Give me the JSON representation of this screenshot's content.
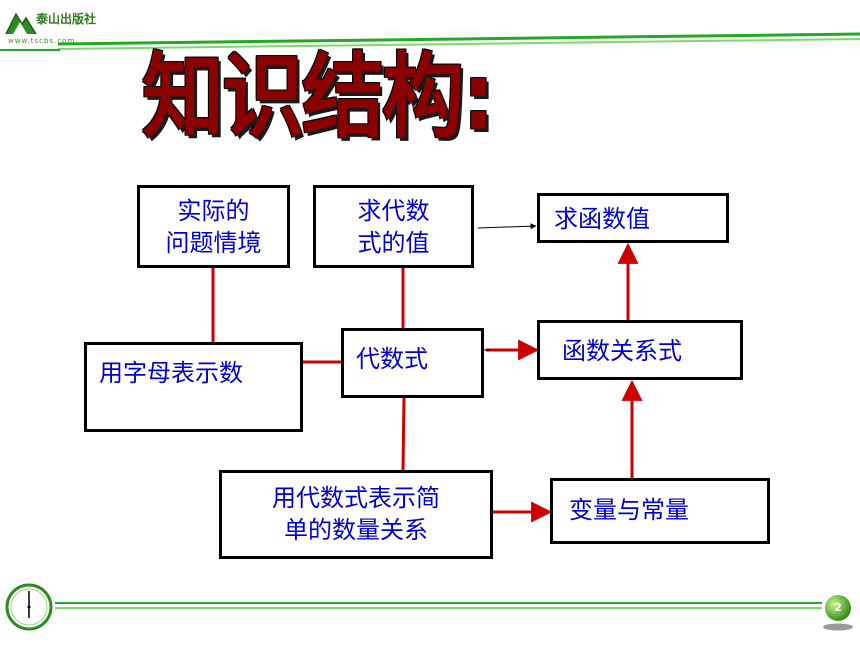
{
  "header": {
    "logo_text": "泰山出版社",
    "logo_url": "www.tscbs.com"
  },
  "title": "知识结构:",
  "nodes": {
    "situation": {
      "line1": "实际的",
      "line2": "问题情境"
    },
    "evaluate": {
      "line1": "求代数",
      "line2": "式的值"
    },
    "function_value": {
      "label": "求函数值"
    },
    "letters": {
      "label": "用字母表示数"
    },
    "algebraic": {
      "label": "代数式"
    },
    "function_relation": {
      "label": "函数关系式"
    },
    "simple_relation": {
      "line1": "用代数式表示简",
      "line2": "单的数量关系"
    },
    "variables": {
      "label": "变量与常量"
    }
  },
  "footer": {
    "page_number": "2"
  },
  "colors": {
    "title": "#8b0000",
    "node_text": "#0000cc",
    "connector": "#cc0000",
    "rule": "#22aa22"
  }
}
